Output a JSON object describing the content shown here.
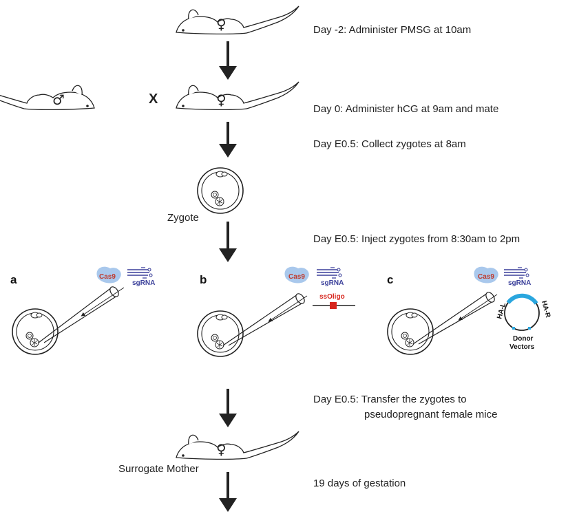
{
  "steps": {
    "pmsg": "Day -2: Administer PMSG at 10am",
    "hcg": "Day 0: Administer hCG at 9am and mate",
    "collect": "Day E0.5: Collect zygotes at 8am",
    "inject": "Day E0.5: Inject zygotes from 8:30am to 2pm",
    "transfer_line1": "Day E0.5: Transfer the zygotes to",
    "transfer_line2": "pseudopregnant female mice",
    "gestation": "19 days of gestation"
  },
  "labels": {
    "cross": "X",
    "zygote": "Zygote",
    "surrogate": "Surrogate Mother",
    "female_symbol": "♀",
    "male_symbol": "♂"
  },
  "panels": {
    "a": {
      "letter": "a",
      "cas9": "Cas9",
      "sgrna": "sgRNA"
    },
    "b": {
      "letter": "b",
      "cas9": "Cas9",
      "sgrna": "sgRNA",
      "ssoligo": "ssOligo"
    },
    "c": {
      "letter": "c",
      "cas9": "Cas9",
      "sgrna": "sgRNA",
      "ha_left": "HA-L",
      "ha_right": "HA-R",
      "donor_line1": "Donor",
      "donor_line2": "Vectors"
    }
  },
  "colors": {
    "cas9_blob": "#a9c8ec",
    "cas9_text": "#c0392b",
    "sgrna": "#3a3f9a",
    "ssoligo": "#d7261e",
    "homology_arm": "#2aa6de"
  }
}
